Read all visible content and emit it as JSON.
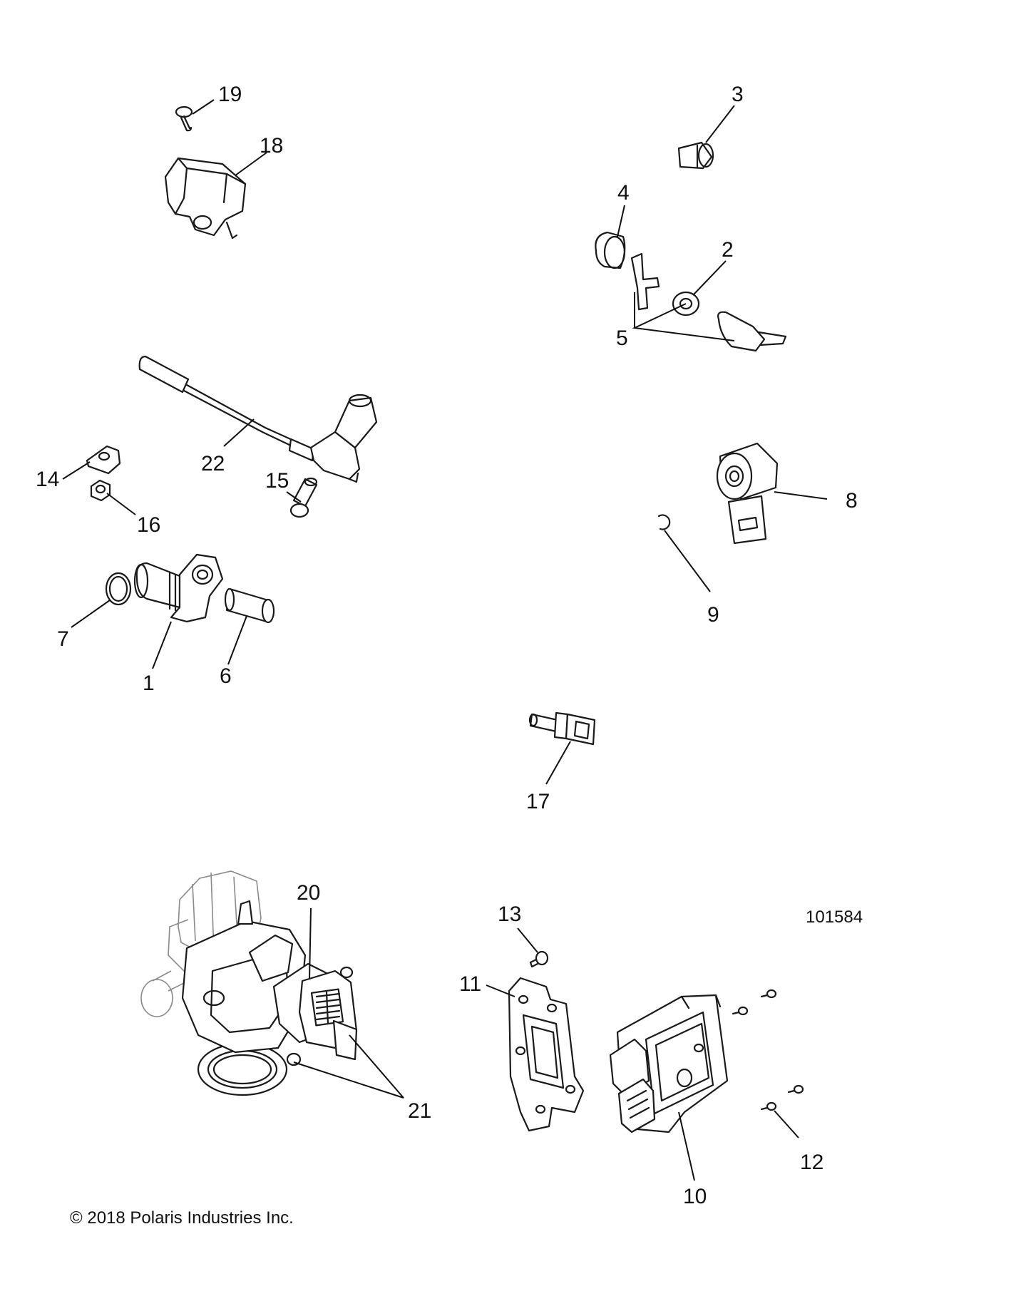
{
  "callouts": {
    "c1": "1",
    "c2": "2",
    "c3": "3",
    "c4": "4",
    "c5": "5",
    "c6": "6",
    "c7": "7",
    "c8": "8",
    "c9": "9",
    "c10": "10",
    "c11": "11",
    "c12": "12",
    "c13": "13",
    "c14": "14",
    "c15": "15",
    "c16": "16",
    "c17": "17",
    "c18": "18",
    "c19": "19",
    "c20": "20",
    "c21": "21",
    "c22": "22"
  },
  "drawing_number": "101584",
  "copyright": "© 2018 Polaris Industries Inc."
}
